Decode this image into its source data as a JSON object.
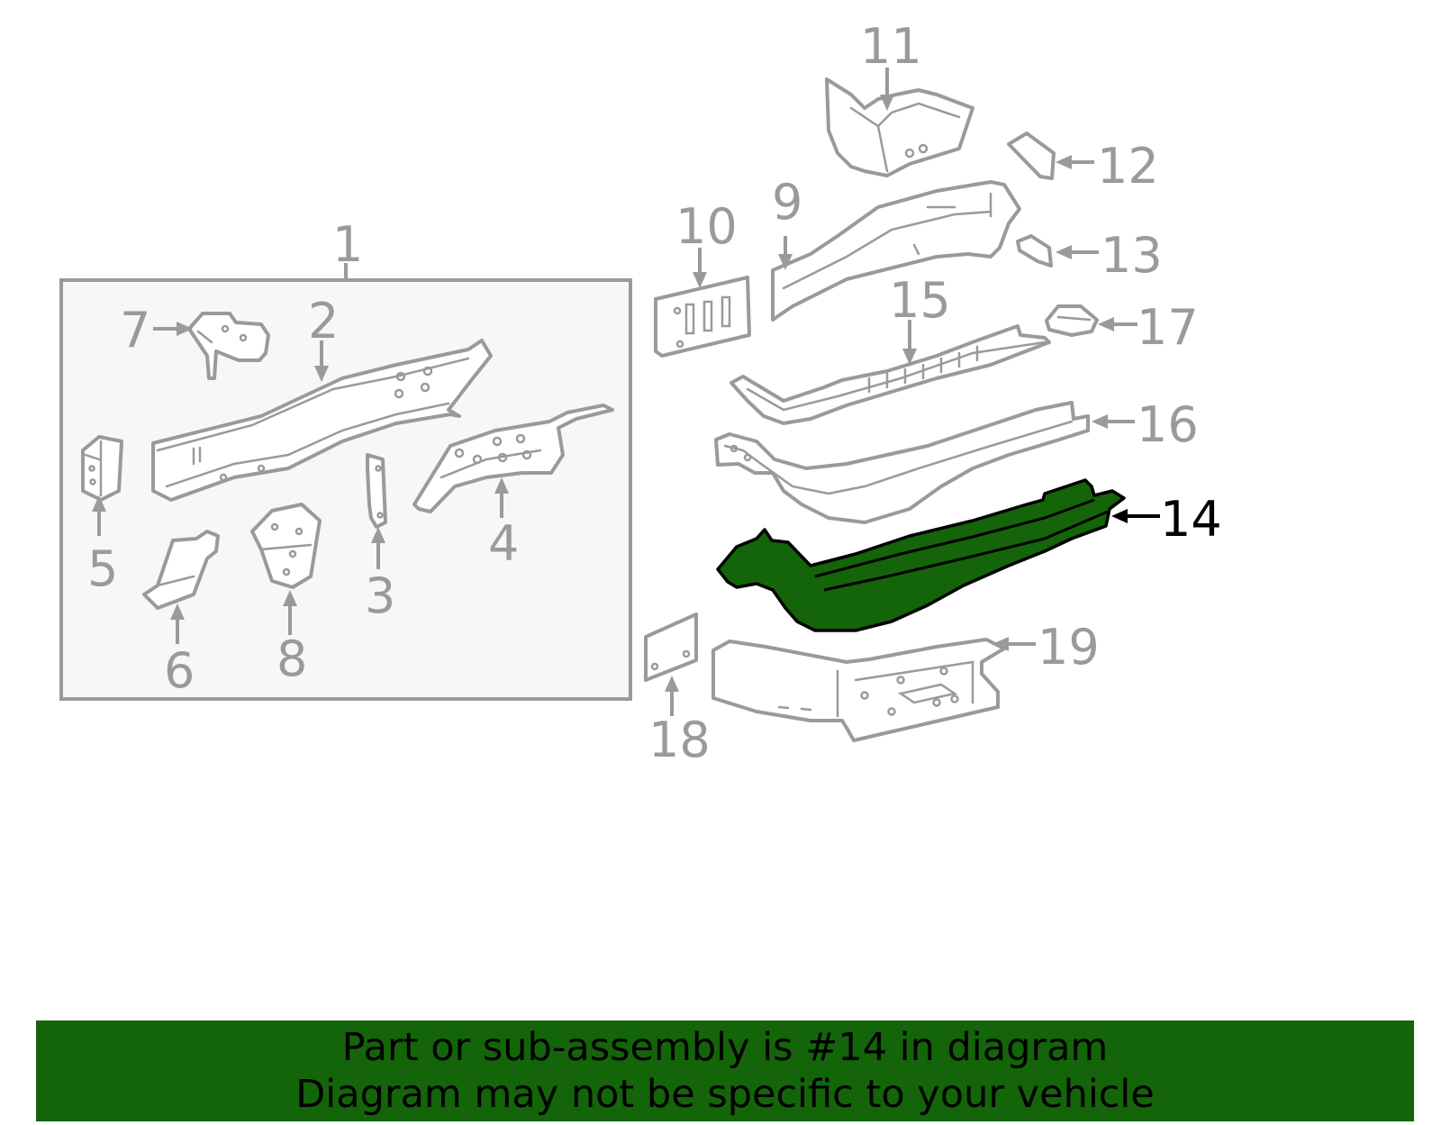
{
  "callouts": {
    "c1": "1",
    "c2": "2",
    "c3": "3",
    "c4": "4",
    "c5": "5",
    "c6": "6",
    "c7": "7",
    "c8": "8",
    "c9": "9",
    "c10": "10",
    "c11": "11",
    "c12": "12",
    "c13": "13",
    "c14": "14",
    "c15": "15",
    "c16": "16",
    "c17": "17",
    "c18": "18",
    "c19": "19"
  },
  "highlighted_part": "14",
  "colors": {
    "highlight": "#146409",
    "line": "#9a9a9a",
    "box_fill": "#f7f7f7"
  },
  "banner": {
    "line1": "Part or sub-assembly is #14 in diagram",
    "line2": "Diagram may not be specific to your vehicle"
  }
}
